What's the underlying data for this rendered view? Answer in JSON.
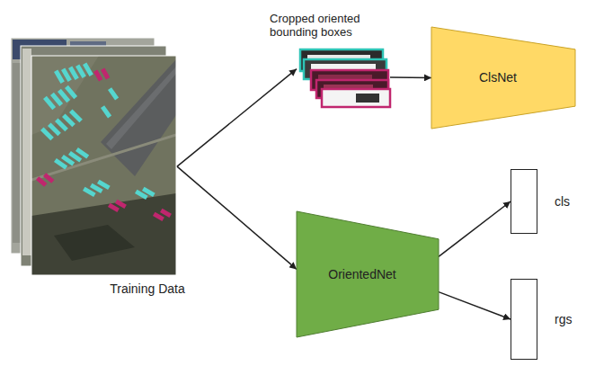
{
  "diagram": {
    "nodes": [
      {
        "text": [
          "Training Data"
        ]
      },
      {
        "text": [
          "Cropped oriented bounding boxes"
        ]
      },
      {
        "text": [
          "ClsNet"
        ]
      },
      {
        "text": [
          "OrientedNet"
        ]
      },
      {
        "text": [
          "cls"
        ]
      },
      {
        "text": [
          "rgs"
        ]
      }
    ],
    "edges": [
      {
        "from": 0,
        "to": 1,
        "arrow": "to"
      },
      {
        "from": 1,
        "to": 2,
        "arrow": "to"
      },
      {
        "from": 0,
        "to": 3,
        "arrow": "to"
      },
      {
        "from": 3,
        "to": 4,
        "arrow": "to"
      },
      {
        "from": 3,
        "to": 5,
        "arrow": "to"
      }
    ]
  }
}
